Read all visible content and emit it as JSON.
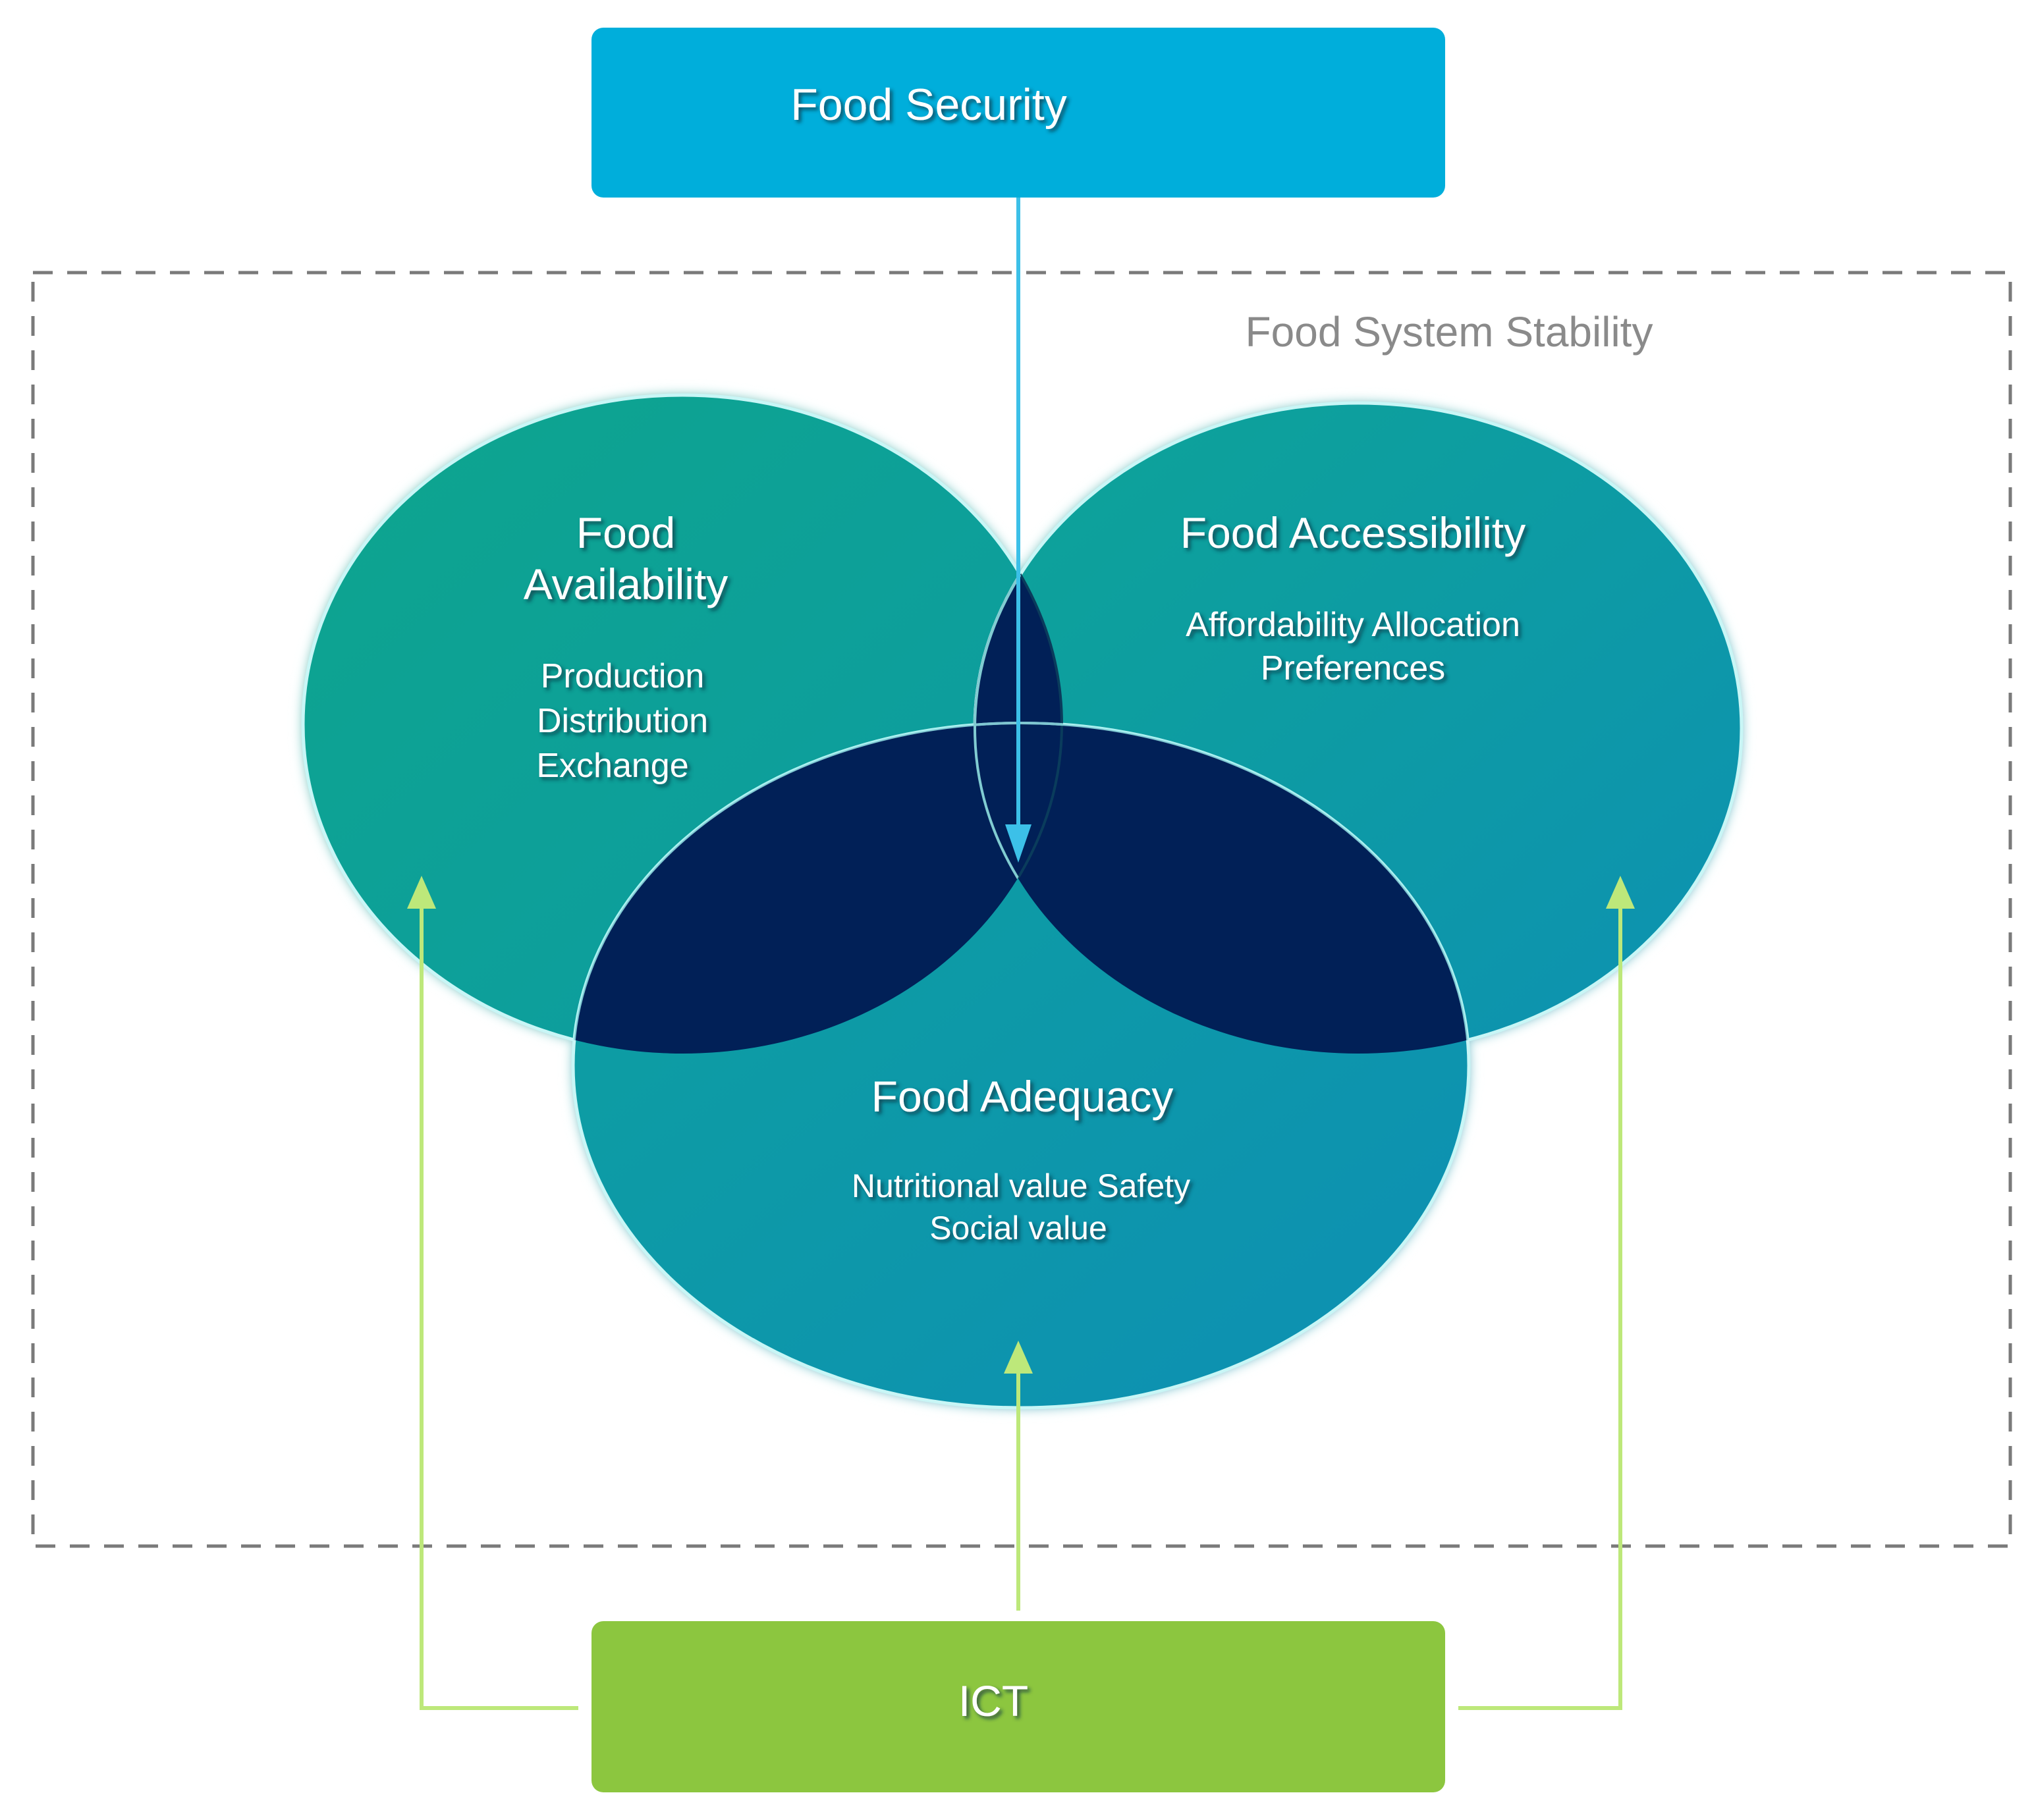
{
  "top_box": {
    "label": "Food Security",
    "color": "#00aedb"
  },
  "stability_box": {
    "label": "Food System Stability",
    "border_color": "#7a7a7a"
  },
  "circles": [
    {
      "key": "availability",
      "title_lines": [
        "Food",
        "Availability"
      ],
      "items": [
        "Production",
        "Distribution",
        "Exchange"
      ],
      "color": "#0ea192"
    },
    {
      "key": "accessibility",
      "title_lines": [
        "Food Accessibility"
      ],
      "items": [
        "Affordability Allocation",
        "Preferences"
      ],
      "color": "#0b9aaa"
    },
    {
      "key": "adequacy",
      "title_lines": [
        "Food Adequacy"
      ],
      "items": [
        "Nutritional value Safety",
        "Social value"
      ],
      "color": "#0b97ae"
    }
  ],
  "intersection": {
    "color": "#012057"
  },
  "bottom_box": {
    "label": "ICT",
    "color": "#8cc63f"
  },
  "arrows": {
    "security_color": "#3cc0e8",
    "ict_color": "#bde87a"
  }
}
